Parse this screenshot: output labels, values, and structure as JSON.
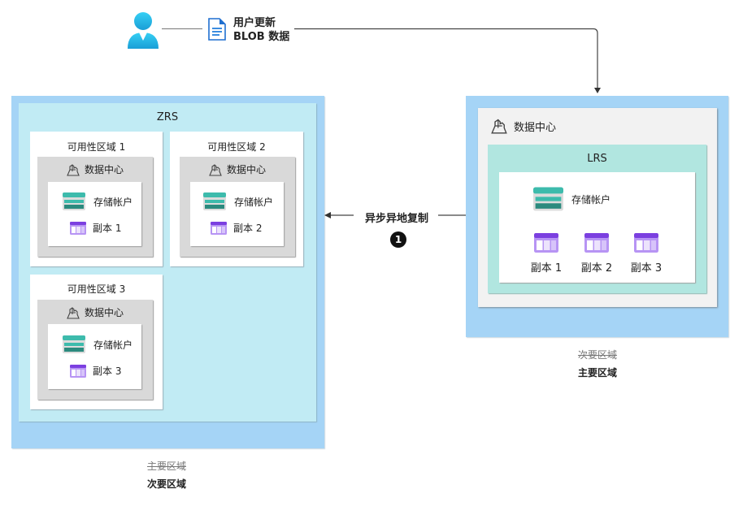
{
  "top": {
    "user_label_line1": "用户更新",
    "user_label_line2": "BLOB 数据"
  },
  "replication": {
    "label": "异步异地复制",
    "step_number": "1"
  },
  "left_region": {
    "title": "ZRS",
    "caption_struck": "主要区域",
    "caption": "次要区域",
    "zones": [
      {
        "label": "可用性区域 1",
        "datacenter": "数据中心",
        "storage": "存储帐户",
        "replica": "副本 1"
      },
      {
        "label": "可用性区域 2",
        "datacenter": "数据中心",
        "storage": "存储帐户",
        "replica": "副本 2"
      },
      {
        "label": "可用性区域 3",
        "datacenter": "数据中心",
        "storage": "存储帐户",
        "replica": "副本 3"
      }
    ]
  },
  "right_region": {
    "datacenter": "数据中心",
    "title": "LRS",
    "storage": "存储帐户",
    "replicas": [
      "副本 1",
      "副本 2",
      "副本 3"
    ],
    "caption_struck": "次要区域",
    "caption": "主要区域"
  },
  "colors": {
    "region_bg": "#a5d4f6",
    "zrs_bg": "#c1ebf4",
    "lrs_bg": "#b1e6e0",
    "datacenter_bg": "#d9d9d9",
    "storage_teal": "#3dbbac",
    "replica_purple": "#7b3fe0",
    "user_blue": "#29b6e8"
  }
}
